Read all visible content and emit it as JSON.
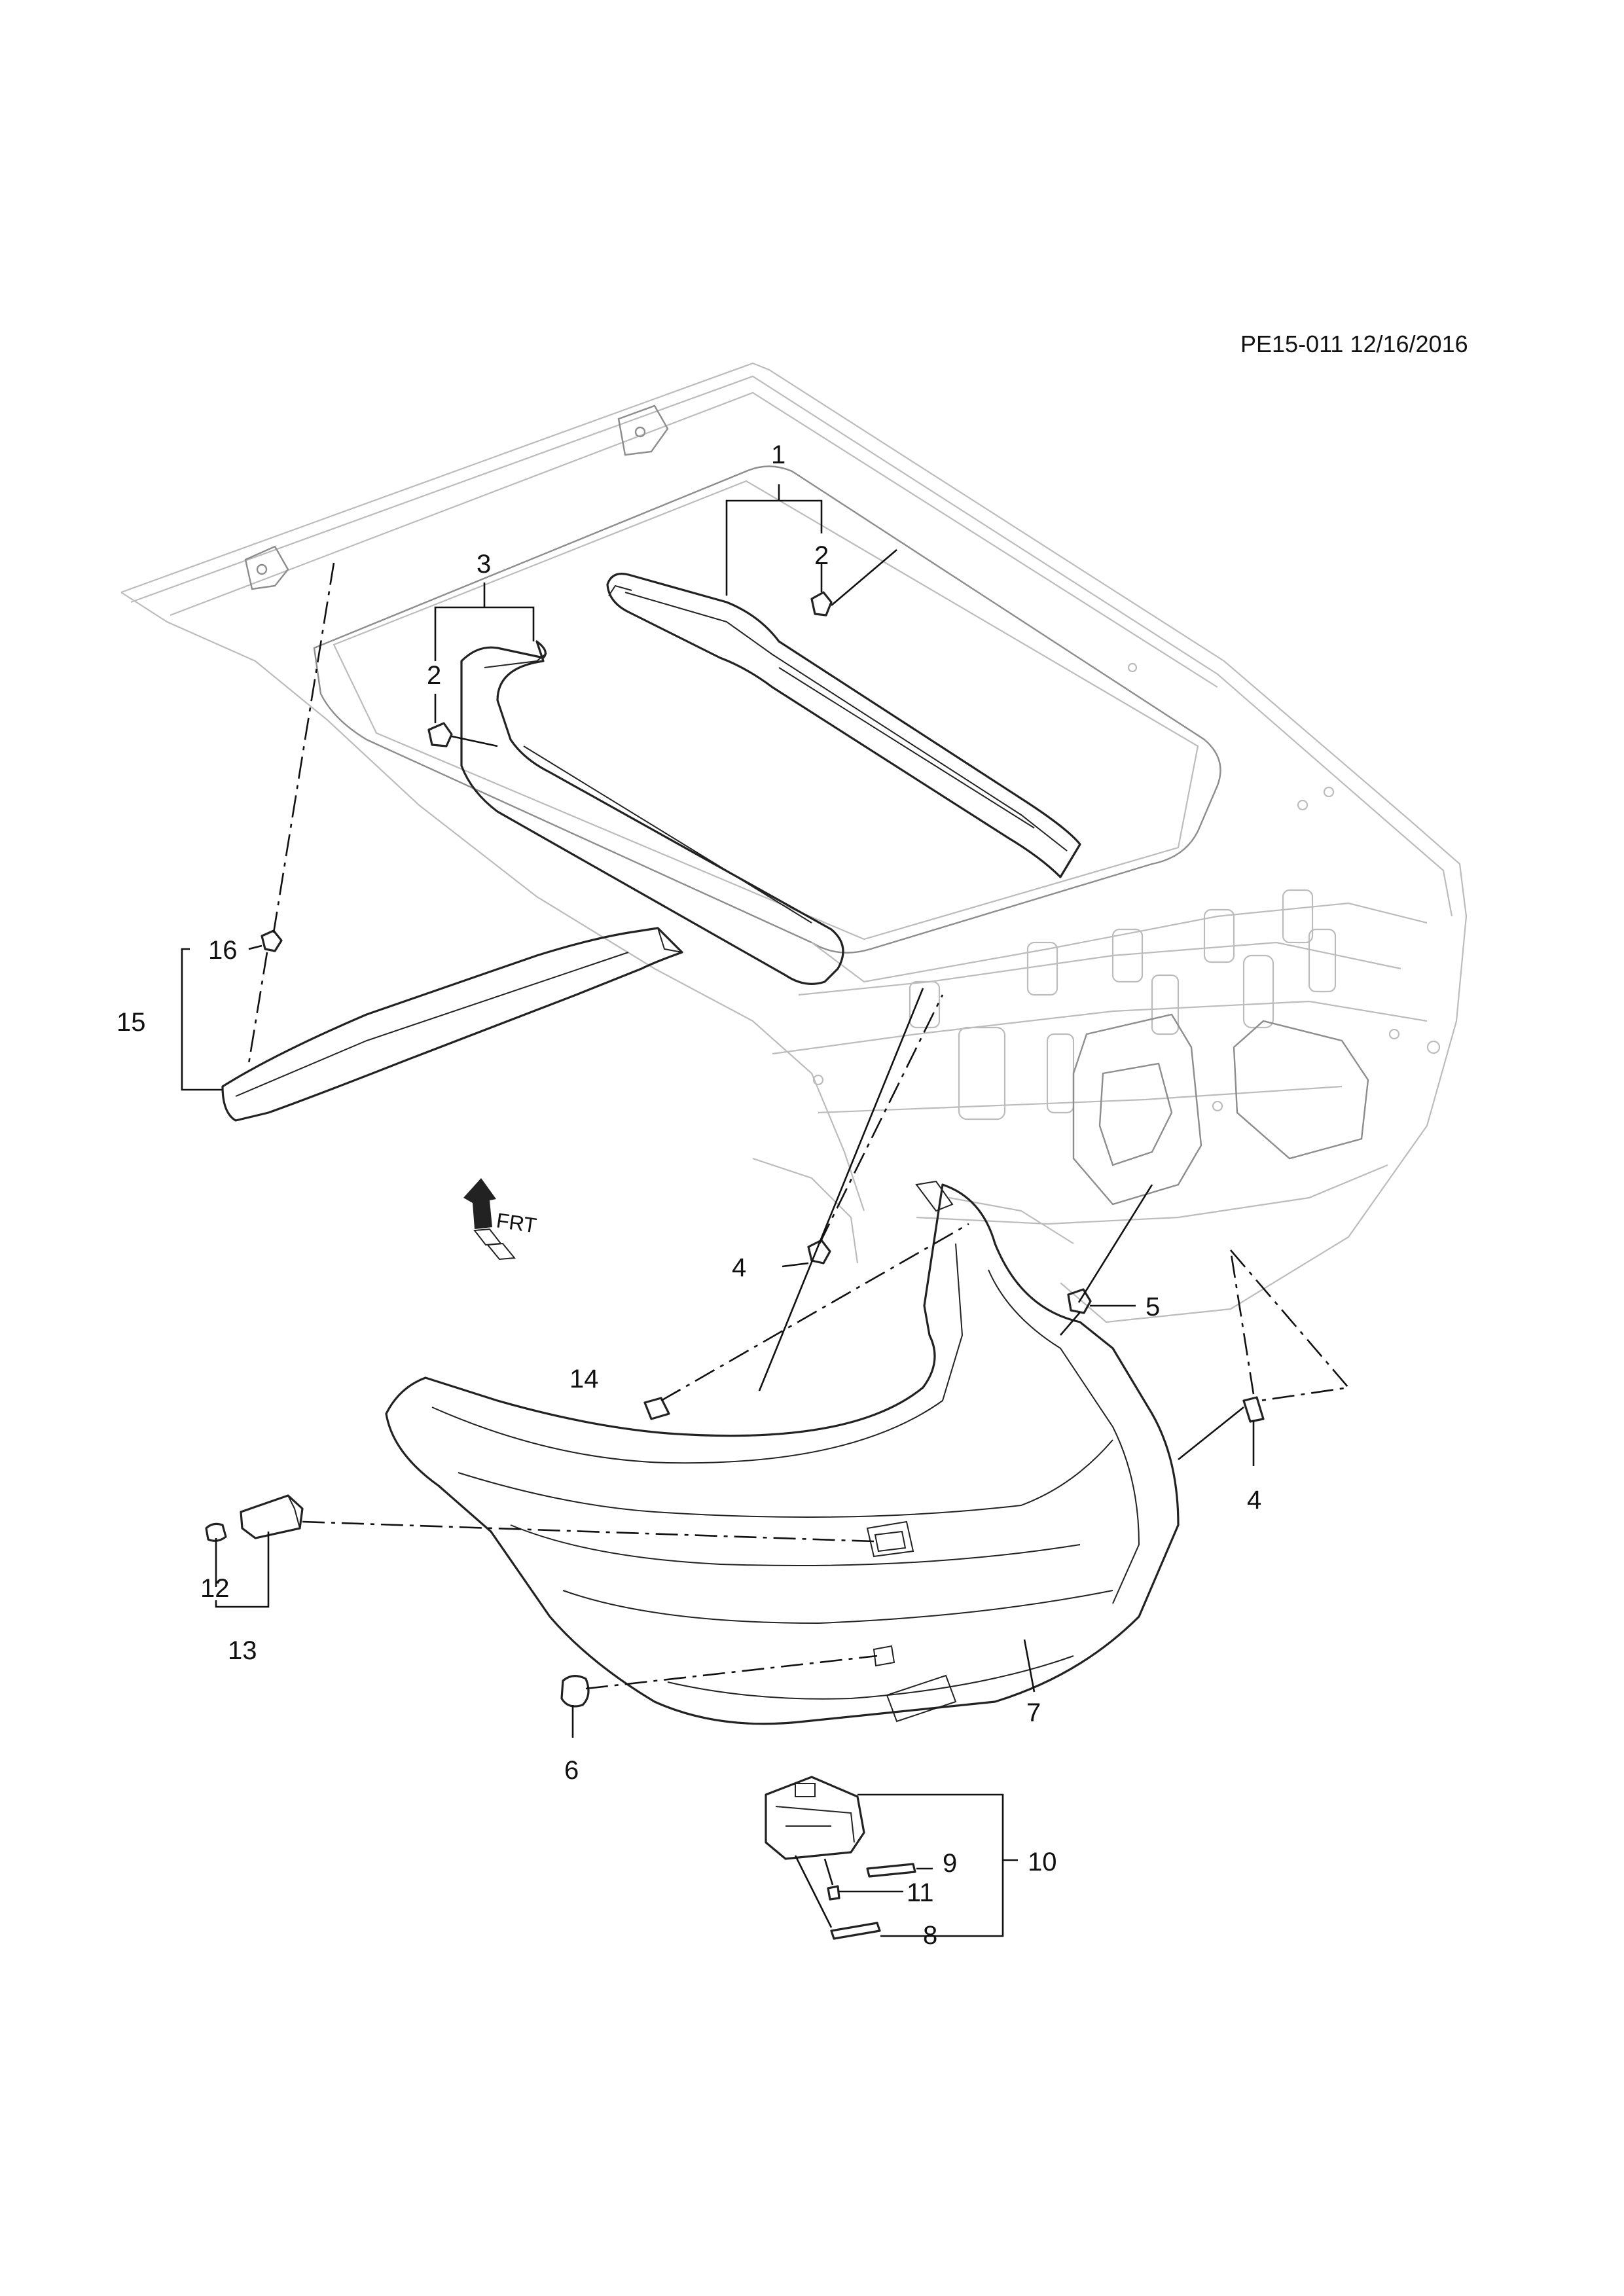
{
  "document": {
    "reference": "PE15-011 12/16/2016"
  },
  "orientation_marker": {
    "label": "FRT",
    "icon": "front-direction-arrow-icon"
  },
  "callouts": {
    "c1": "1",
    "c2a": "2",
    "c2b": "2",
    "c3": "3",
    "c4a": "4",
    "c4b": "4",
    "c5": "5",
    "c6": "6",
    "c7": "7",
    "c8": "8",
    "c9": "9",
    "c10": "10",
    "c11": "11",
    "c12": "12",
    "c13": "13",
    "c14": "14",
    "c15": "15",
    "c16": "16"
  }
}
